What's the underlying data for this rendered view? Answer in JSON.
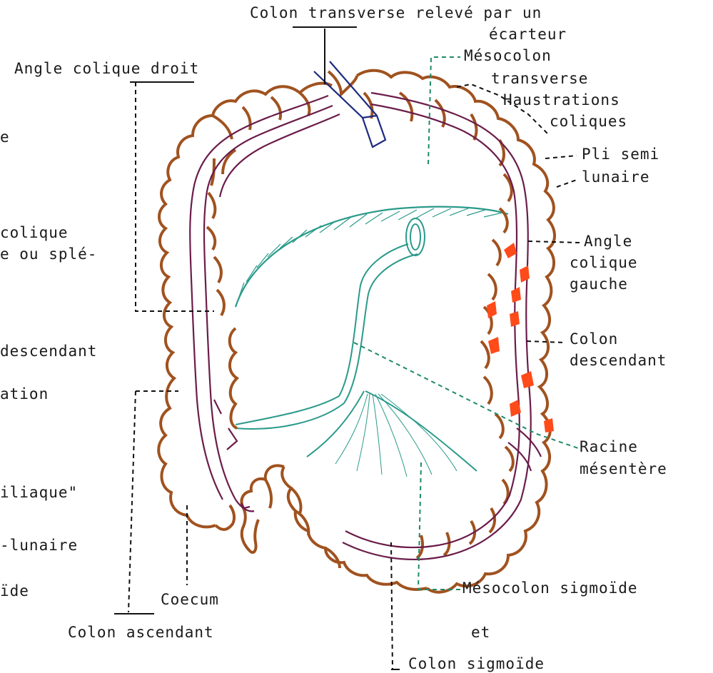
{
  "labels": {
    "colon_transverse_line1": "Colon transverse relevé par un",
    "colon_transverse_line2": "écarteur",
    "mesocolon_transverse_line1": "Mésocolon",
    "mesocolon_transverse_line2": "transverse",
    "haustrations_line1": "Haustrations",
    "haustrations_line2": "coliques",
    "pli_semi_line1": "Pli semi",
    "pli_semi_line2": "lunaire",
    "angle_colique_droit": "Angle colique droit",
    "angle_gauche_line1": "Angle",
    "angle_gauche_line2": "colique",
    "angle_gauche_line3": "gauche",
    "colon_descendant_line1": "Colon",
    "colon_descendant_line2": "descendant",
    "racine_line1": "Racine",
    "racine_line2": "mésentère",
    "mesocolon_sigmoide": "Mésocolon sigmoïde",
    "et": "et",
    "colon_sigmoide": "Colon sigmoïde",
    "coecum": "Coecum",
    "colon_ascendant": "Colon ascendant",
    "left_cut_1": "e",
    "left_cut_2": " colique",
    "left_cut_3": "e ou splé-",
    "left_cut_4": " descendant",
    "left_cut_5": "ation",
    "left_cut_6": " iliaque\"",
    "left_cut_7": "-lunaire",
    "left_cut_8": "ïde"
  },
  "colors": {
    "colon_wall": "#a0521f",
    "mucosa_lines": "#6b1d4a",
    "mesentery": "#2a9a8a",
    "appendices_epiploicae": "#ff4a1a",
    "leader_green": "#1f8a6a",
    "leader_black": "#111111",
    "retractor": "#1c2a80"
  }
}
